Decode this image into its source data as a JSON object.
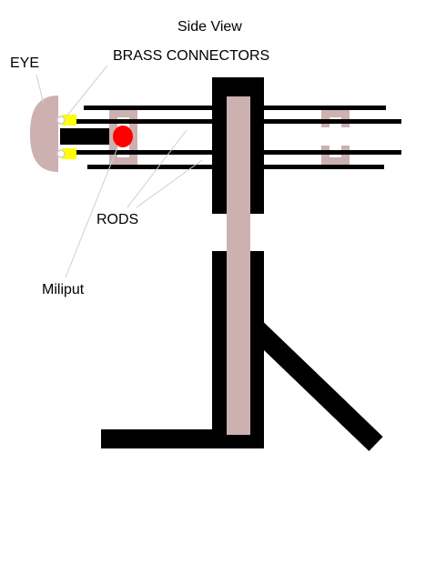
{
  "labels": {
    "title": "Side View",
    "brass_connectors": "BRASS CONNECTORS",
    "eye": "EYE",
    "rods": "RODS",
    "miliput": "Miliput"
  },
  "colors": {
    "background": "#ffffff",
    "structure": "#000000",
    "flesh": "#cdb0b0",
    "connector": "#ffff00",
    "miliput": "#ff0000",
    "leader_line": "#cfcfcf"
  }
}
